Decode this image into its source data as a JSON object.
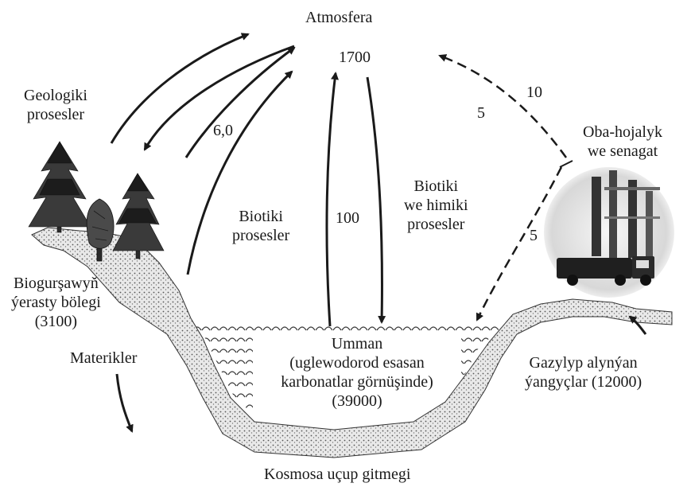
{
  "diagram": {
    "atmosphere": {
      "title": "Atmosfera",
      "value": "1700"
    },
    "geological": {
      "line1": "Geologiki",
      "line2": "prosesler"
    },
    "geo_flow_value": "6,0",
    "biotic_left": {
      "line1": "Biotiki",
      "line2": "prosesler"
    },
    "ocean_up_value": "100",
    "biotic_right": {
      "line1": "Biotiki",
      "line2": "we himiki",
      "line3": "prosesler"
    },
    "industry_to_atm_value": "10",
    "atm_return_value": "5",
    "industry_to_ocean_value": "5",
    "industry": {
      "line1": "Oba-hojalyk",
      "line2": "we senagat"
    },
    "biosphere": {
      "line1": "Biogurşawyň",
      "line2": "ýerasty bölegi",
      "line3": "(3100)"
    },
    "materials": "Materikler",
    "ocean": {
      "line1": "Umman",
      "line2": "(uglewodorod esasan",
      "line3": "karbonatlar görnüşinde)",
      "line4": "(39000)"
    },
    "fossil": {
      "line1": "Gazylyp alynýan",
      "line2": "ýangyçlar (12000)"
    },
    "space": "Kosmosa uçup gitmegi"
  }
}
